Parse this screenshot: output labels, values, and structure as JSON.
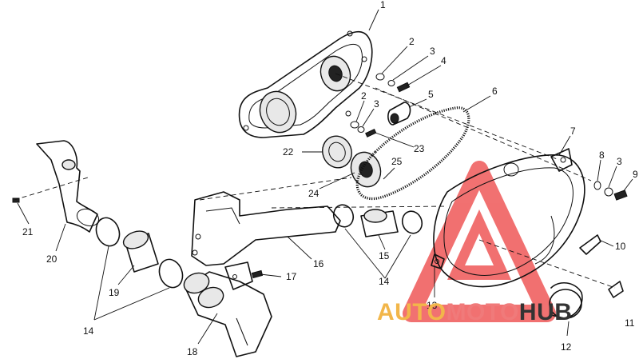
{
  "callouts": [
    {
      "id": "1",
      "text": "1"
    },
    {
      "id": "2a",
      "text": "2"
    },
    {
      "id": "3a",
      "text": "3"
    },
    {
      "id": "4",
      "text": "4"
    },
    {
      "id": "5",
      "text": "5"
    },
    {
      "id": "2b",
      "text": "2"
    },
    {
      "id": "3b",
      "text": "3"
    },
    {
      "id": "6",
      "text": "6"
    },
    {
      "id": "7",
      "text": "7"
    },
    {
      "id": "8",
      "text": "8"
    },
    {
      "id": "3c",
      "text": "3"
    },
    {
      "id": "9",
      "text": "9"
    },
    {
      "id": "10",
      "text": "10"
    },
    {
      "id": "11",
      "text": "11"
    },
    {
      "id": "12",
      "text": "12"
    },
    {
      "id": "13",
      "text": "13"
    },
    {
      "id": "14a",
      "text": "14"
    },
    {
      "id": "14b",
      "text": "14"
    },
    {
      "id": "15",
      "text": "15"
    },
    {
      "id": "16",
      "text": "16"
    },
    {
      "id": "17",
      "text": "17"
    },
    {
      "id": "18",
      "text": "18"
    },
    {
      "id": "19",
      "text": "19"
    },
    {
      "id": "20",
      "text": "20"
    },
    {
      "id": "21",
      "text": "21"
    },
    {
      "id": "22",
      "text": "22"
    },
    {
      "id": "23",
      "text": "23"
    },
    {
      "id": "24",
      "text": "24"
    },
    {
      "id": "25",
      "text": "25"
    }
  ],
  "watermark": {
    "part1": "AUTO",
    "part2": "MOTO",
    "part3": "HUB",
    "color_auto": "#f2b64a",
    "color_moto": "#f07a7a",
    "color_hub": "#333333",
    "logo_color": "#ec3a3a",
    "logo_icon": "triangle-logo-icon"
  },
  "colors": {
    "line": "#111111",
    "background": "#ffffff"
  }
}
